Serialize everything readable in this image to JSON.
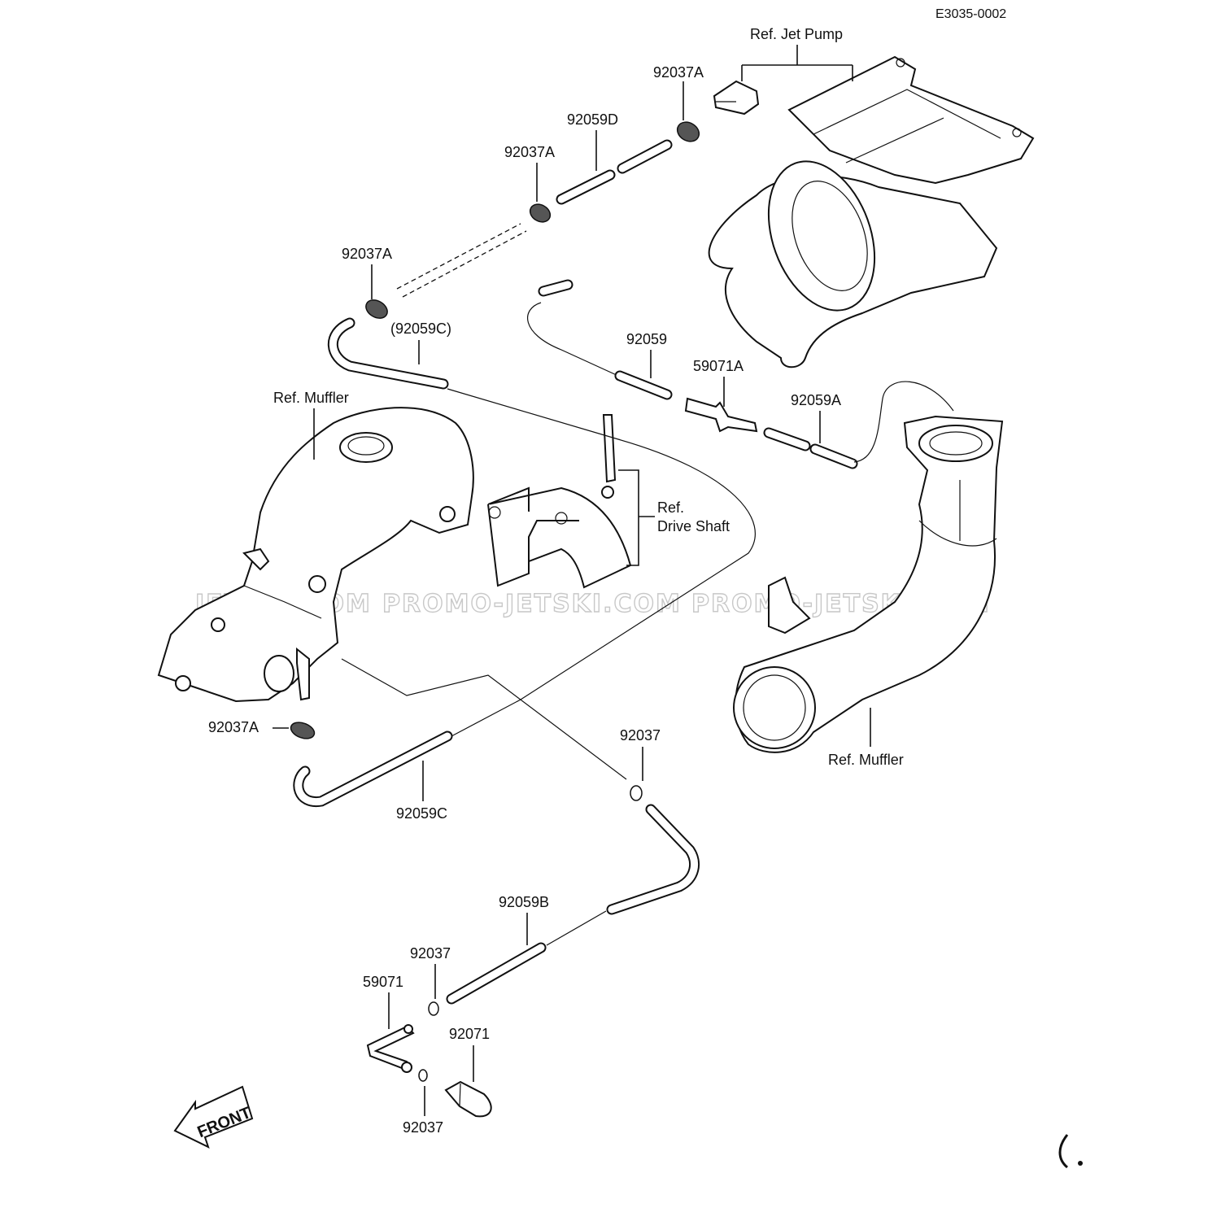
{
  "diagram_code": "E3035-0002",
  "labels": {
    "ref_jet_pump": "Ref. Jet Pump",
    "p92037A_top": "92037A",
    "p92059D": "92059D",
    "p92037A_mid": "92037A",
    "p92037A_left": "92037A",
    "p92059C_paren": "(92059C)",
    "p92059": "92059",
    "p59071A": "59071A",
    "p92059A": "92059A",
    "ref_muffler_left": "Ref. Muffler",
    "ref_drive_shaft_1": "Ref.",
    "ref_drive_shaft_2": "Drive Shaft",
    "p92037A_bottom": "92037A",
    "p92037_mid": "92037",
    "ref_muffler_right": "Ref. Muffler",
    "p92059C": "92059C",
    "p92059B": "92059B",
    "p92037_low": "92037",
    "p59071": "59071",
    "p92071": "92071",
    "p92037_bottom": "92037",
    "front": "FRONT"
  },
  "watermarks": {
    "wm1": "JETSKI.COM",
    "wm2": "PROMO-JETSKI.COM",
    "wm3": "PROMO-JETSKI.COM"
  },
  "colors": {
    "line": "#111111",
    "watermark": "#c8c8c8",
    "background": "#ffffff"
  }
}
